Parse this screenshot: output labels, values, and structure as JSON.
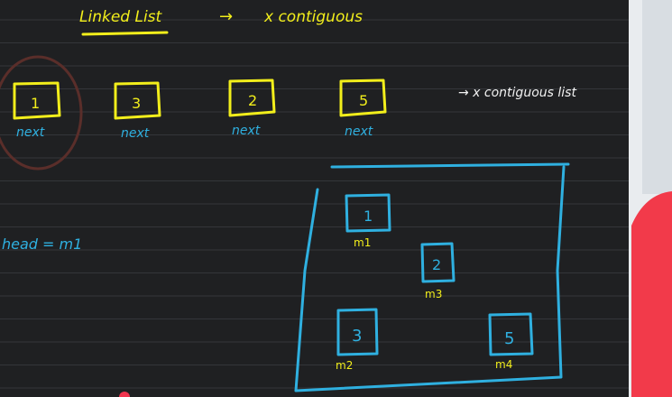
{
  "heading": {
    "left": "Linked List",
    "arrow": "→",
    "right": "x contiguous"
  },
  "top_nodes": [
    {
      "value": "1",
      "label": "next"
    },
    {
      "value": "3",
      "label": "next"
    },
    {
      "value": "2",
      "label": "next"
    },
    {
      "value": "5",
      "label": "next"
    }
  ],
  "side_note": "→ x contiguous list",
  "head_text": "head = m1",
  "memory_nodes": [
    {
      "value": "1",
      "addr": "m1"
    },
    {
      "value": "2",
      "addr": "m3"
    },
    {
      "value": "3",
      "addr": "m2"
    },
    {
      "value": "5",
      "addr": "m4"
    }
  ],
  "colors": {
    "board": "#1f2022",
    "rule_line": "#34363a",
    "yellow_ink": "#f2ee1b",
    "blue_ink": "#2fb0e0",
    "white_ink": "#f2f2f2",
    "presenter": "#f23a4a"
  }
}
